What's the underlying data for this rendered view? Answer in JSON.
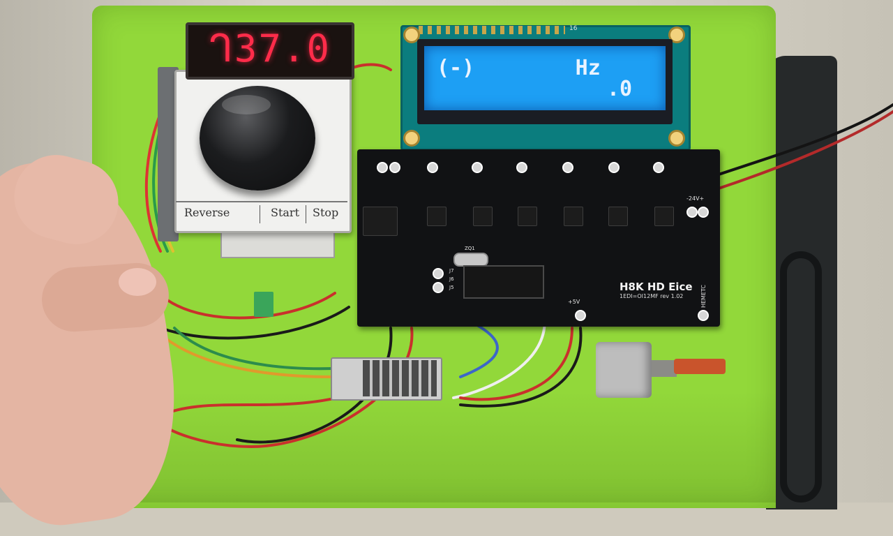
{
  "segment_display": {
    "value": "ᒉ37.0",
    "color": "#ff2c4a"
  },
  "control_box": {
    "labels": [
      "Reverse",
      "Start",
      "Stop"
    ]
  },
  "lcd": {
    "line1": "(-)        Hz",
    "line2": ".0",
    "pin_label": "16",
    "backlight_color": "#1d9ff4"
  },
  "pcb": {
    "title": "H8K HD Eice",
    "revision": "1EDI=OI12MF rev 1.02",
    "brand": "HEMETC",
    "voltage_label": "-24V+",
    "five_volt_label": "+5V",
    "crystal_label": "ZQ1",
    "connector_labels": [
      "J7",
      "J6",
      "J5"
    ]
  },
  "colors": {
    "board": "#92d83a",
    "pcb": "#111214",
    "lcd_pcb": "#0b7d7e"
  }
}
